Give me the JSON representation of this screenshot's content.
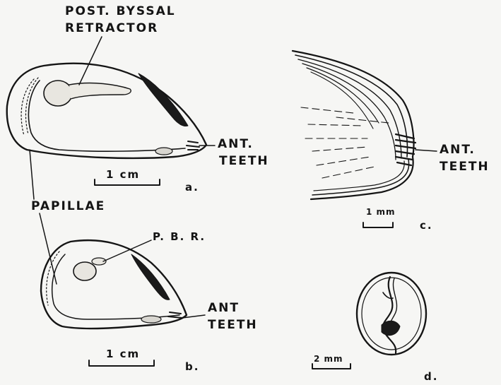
{
  "labels": {
    "post_byssal_line1": "POST. BYSSAL",
    "post_byssal_line2": "RETRACTOR",
    "ant_teeth_a_line1": "ANT.",
    "ant_teeth_a_line2": "TEETH",
    "scale_a": "1 cm",
    "panel_a": "a.",
    "papillae": "PAPILLAE",
    "pbr": "P. B. R.",
    "ant_teeth_b_line1": "ANT",
    "ant_teeth_b_line2": "TEETH",
    "scale_b": "1 cm",
    "panel_b": "b.",
    "ant_teeth_c_line1": "ANT.",
    "ant_teeth_c_line2": "TEETH",
    "scale_c": "1 mm",
    "panel_c": "c.",
    "scale_d": "2 mm",
    "panel_d": "d."
  }
}
